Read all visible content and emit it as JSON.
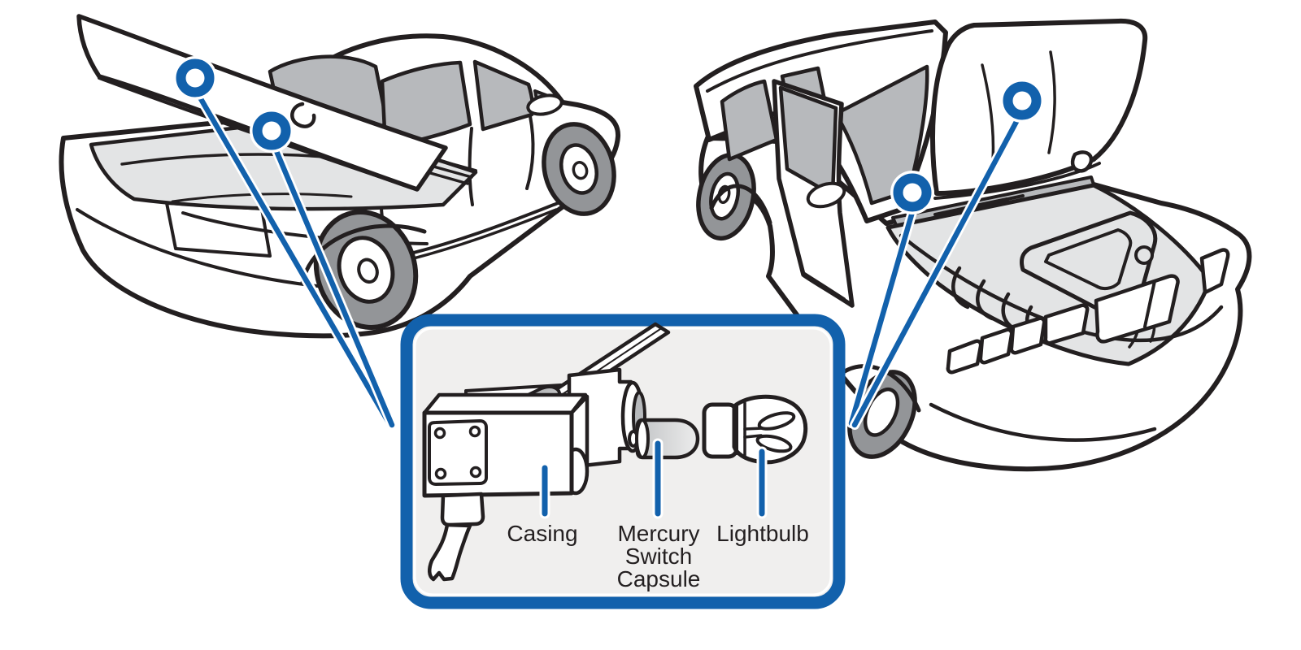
{
  "diagram": {
    "type": "technical-illustration",
    "subject": "vehicle mercury switch locations (trunk lid and hood) with detail callout",
    "colors": {
      "accent_blue": "#1261ac",
      "outline_black": "#231f20",
      "window_tint_gray": "#b7b9bc",
      "bay_interior_gray": "#e3e4e5",
      "wheel_gray": "#939598",
      "callout_fill": "#f0efee",
      "background": "#ffffff"
    },
    "callout": {
      "labels": [
        {
          "id": "casing",
          "lines": [
            "Casing"
          ]
        },
        {
          "id": "mercury-switch-capsule",
          "lines": [
            "Mercury",
            "Switch",
            "Capsule"
          ]
        },
        {
          "id": "lightbulb",
          "lines": [
            "Lightbulb"
          ]
        }
      ]
    },
    "markers": [
      {
        "location": "trunk-lid-upper"
      },
      {
        "location": "trunk-lid-lower"
      },
      {
        "location": "hood-cowl"
      },
      {
        "location": "hood-underside"
      }
    ]
  }
}
